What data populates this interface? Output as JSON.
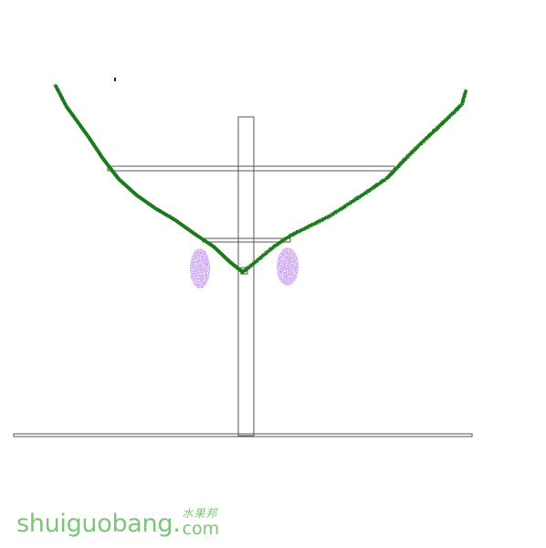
{
  "diagram": {
    "colors": {
      "outline": "#555555",
      "vine": "#1f7a1f",
      "grape": "#8a2be2",
      "watermark": "#7cc576"
    },
    "parts": {
      "ground": "ground-line",
      "post": "support-post",
      "upper_crossbar": "upper-crossbar",
      "lower_crossbar": "lower-crossbar",
      "vine": "v-shaped-vine",
      "grapes": [
        "grape-cluster-left",
        "grape-cluster-right"
      ]
    }
  },
  "watermark": {
    "site": "shuiguobang",
    "dot": ".",
    "cn": "水果邦",
    "tld": "com"
  }
}
